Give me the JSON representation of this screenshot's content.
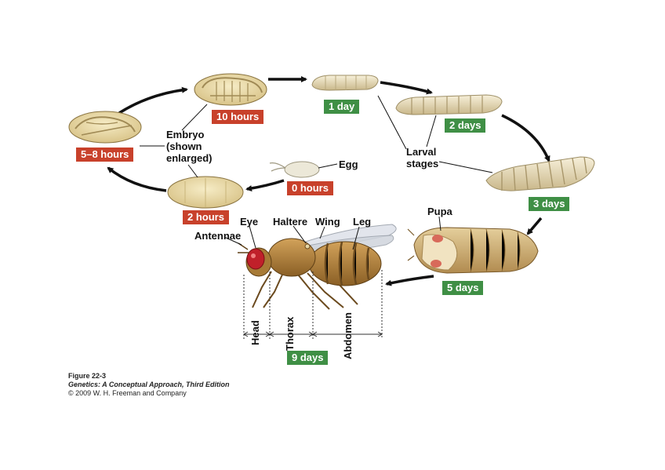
{
  "stages": {
    "embryo_10h": "10 hours",
    "embryo_5_8h": "5–8 hours",
    "embryo_2h": "2 hours",
    "egg_0h": "0 hours",
    "larva_1d": "1 day",
    "larva_2d": "2 days",
    "larva_3d": "3 days",
    "pupa_5d": "5 days",
    "adult_9d": "9 days"
  },
  "labels": {
    "embryo_line1": "Embryo",
    "embryo_line2": "(shown",
    "embryo_line3": "enlarged)",
    "egg": "Egg",
    "larval_line1": "Larval",
    "larval_line2": "stages",
    "pupa": "Pupa",
    "eye": "Eye",
    "haltere": "Haltere",
    "wing": "Wing",
    "leg": "Leg",
    "antennae": "Antennae",
    "head": "Head",
    "thorax": "Thorax",
    "abdomen": "Abdomen"
  },
  "caption": {
    "figure": "Figure 22-3",
    "book": "Genetics: A Conceptual Approach, Third Edition",
    "copyright": "© 2009 W. H. Freeman and Company"
  },
  "colors": {
    "time_hours_badge": "#c8412b",
    "time_days_badge": "#3f8f45",
    "embryo": "#e8d9a0",
    "larva": "#efe4c2",
    "fly_body": "#b07f35",
    "fly_eye": "#c0202a"
  }
}
